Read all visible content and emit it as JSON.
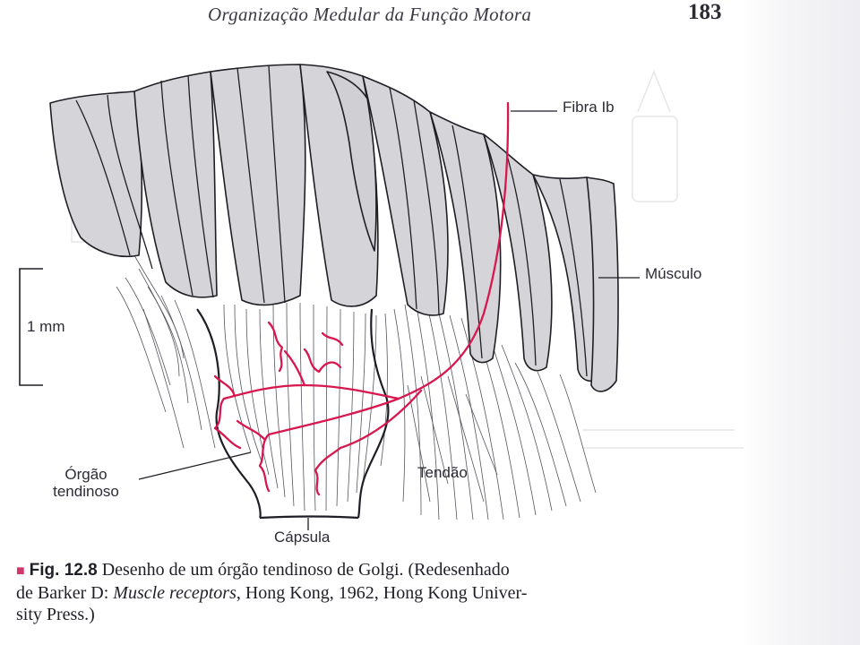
{
  "header": {
    "title": "Organização Medular da Função Motora",
    "page_number": "183"
  },
  "figure": {
    "labels": {
      "fiber": "Fibra Ib",
      "muscle": "Músculo",
      "scale": "1 mm",
      "tendon": "Tendão",
      "organ_line1": "Órgão",
      "organ_line2": "tendinoso",
      "capsule": "Cápsula"
    },
    "colors": {
      "nerve_fiber": "#d8174f",
      "ink": "#1e1e24",
      "muscle_fill": "#d5d5d9",
      "bullet": "#d4376b"
    }
  },
  "caption": {
    "bullet": "■",
    "figure_label": "Fig. 12.8",
    "text_part1": " Desenho de um órgão tendinoso de Golgi. (Redesenhado",
    "text_part2": "de Barker D: ",
    "italic_title": "Muscle receptors",
    "text_part3": ", Hong Kong, 1962, Hong Kong Univer-",
    "text_part4": "sity Press.)"
  }
}
